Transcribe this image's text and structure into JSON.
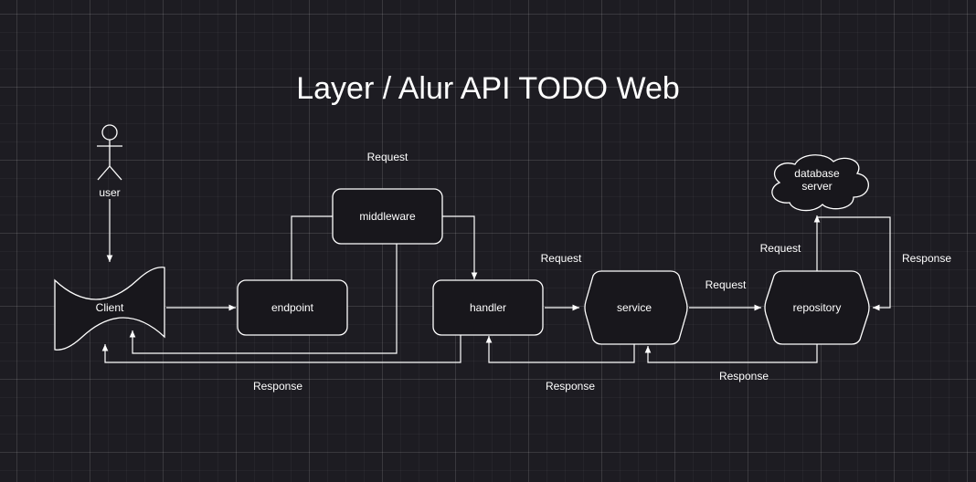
{
  "title": "Layer / Alur  API TODO Web",
  "nodes": {
    "user": "user",
    "client": "Client",
    "endpoint": "endpoint",
    "middleware": "middleware",
    "handler": "handler",
    "service": "service",
    "repository": "repository",
    "database_line1": "database",
    "database_line2": "server"
  },
  "edge_labels": {
    "request_middleware": "Request",
    "request_handler_service": "Request",
    "request_service_repository": "Request",
    "request_repository_database": "Request",
    "response_database_repository": "Response",
    "response_repository_service": "Response",
    "response_service_handler": "Response",
    "response_handler_client": "Response"
  }
}
